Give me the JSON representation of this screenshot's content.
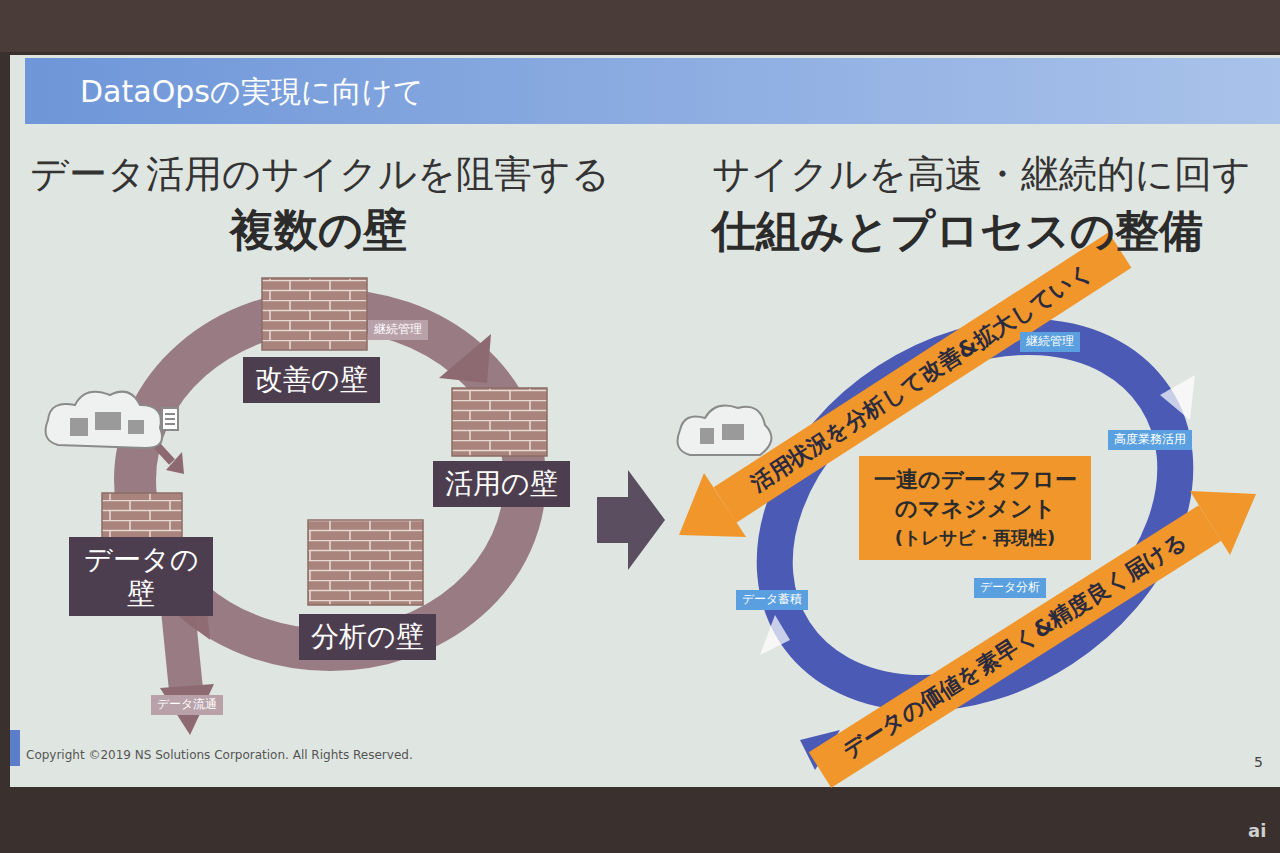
{
  "diagram": {
    "title": "DataOpsの実現に向けて",
    "nodes": [
      {
        "text": [
          "改善の壁"
        ]
      },
      {
        "text": [
          "継続管理"
        ]
      },
      {
        "text": [
          "活用の壁"
        ]
      },
      {
        "text": [
          "データの 壁"
        ]
      },
      {
        "text": [
          "分析の壁"
        ]
      },
      {
        "text": [
          "データ流通"
        ]
      },
      {
        "text": [
          "継続管理"
        ]
      },
      {
        "text": [
          "高度業務活用"
        ]
      },
      {
        "text": [
          "一連のデータフロー のマネジメント",
          "(トレサビ・再現性)"
        ]
      },
      {
        "text": [
          "データ蓄積"
        ]
      },
      {
        "text": [
          "データ分析"
        ]
      }
    ],
    "labels": [
      "データ活用のサイクルを阻害する",
      "複数の壁",
      "サイクルを高速・継続的に回す",
      "仕組みとプロセスの整備",
      "活用状況を分析して改善&拡大していく",
      "データの価値を素早く&精度良く届ける",
      "Copyright ©2019 NS Solutions Corporation. All Rights Reserved.",
      "5",
      "ai"
    ]
  }
}
